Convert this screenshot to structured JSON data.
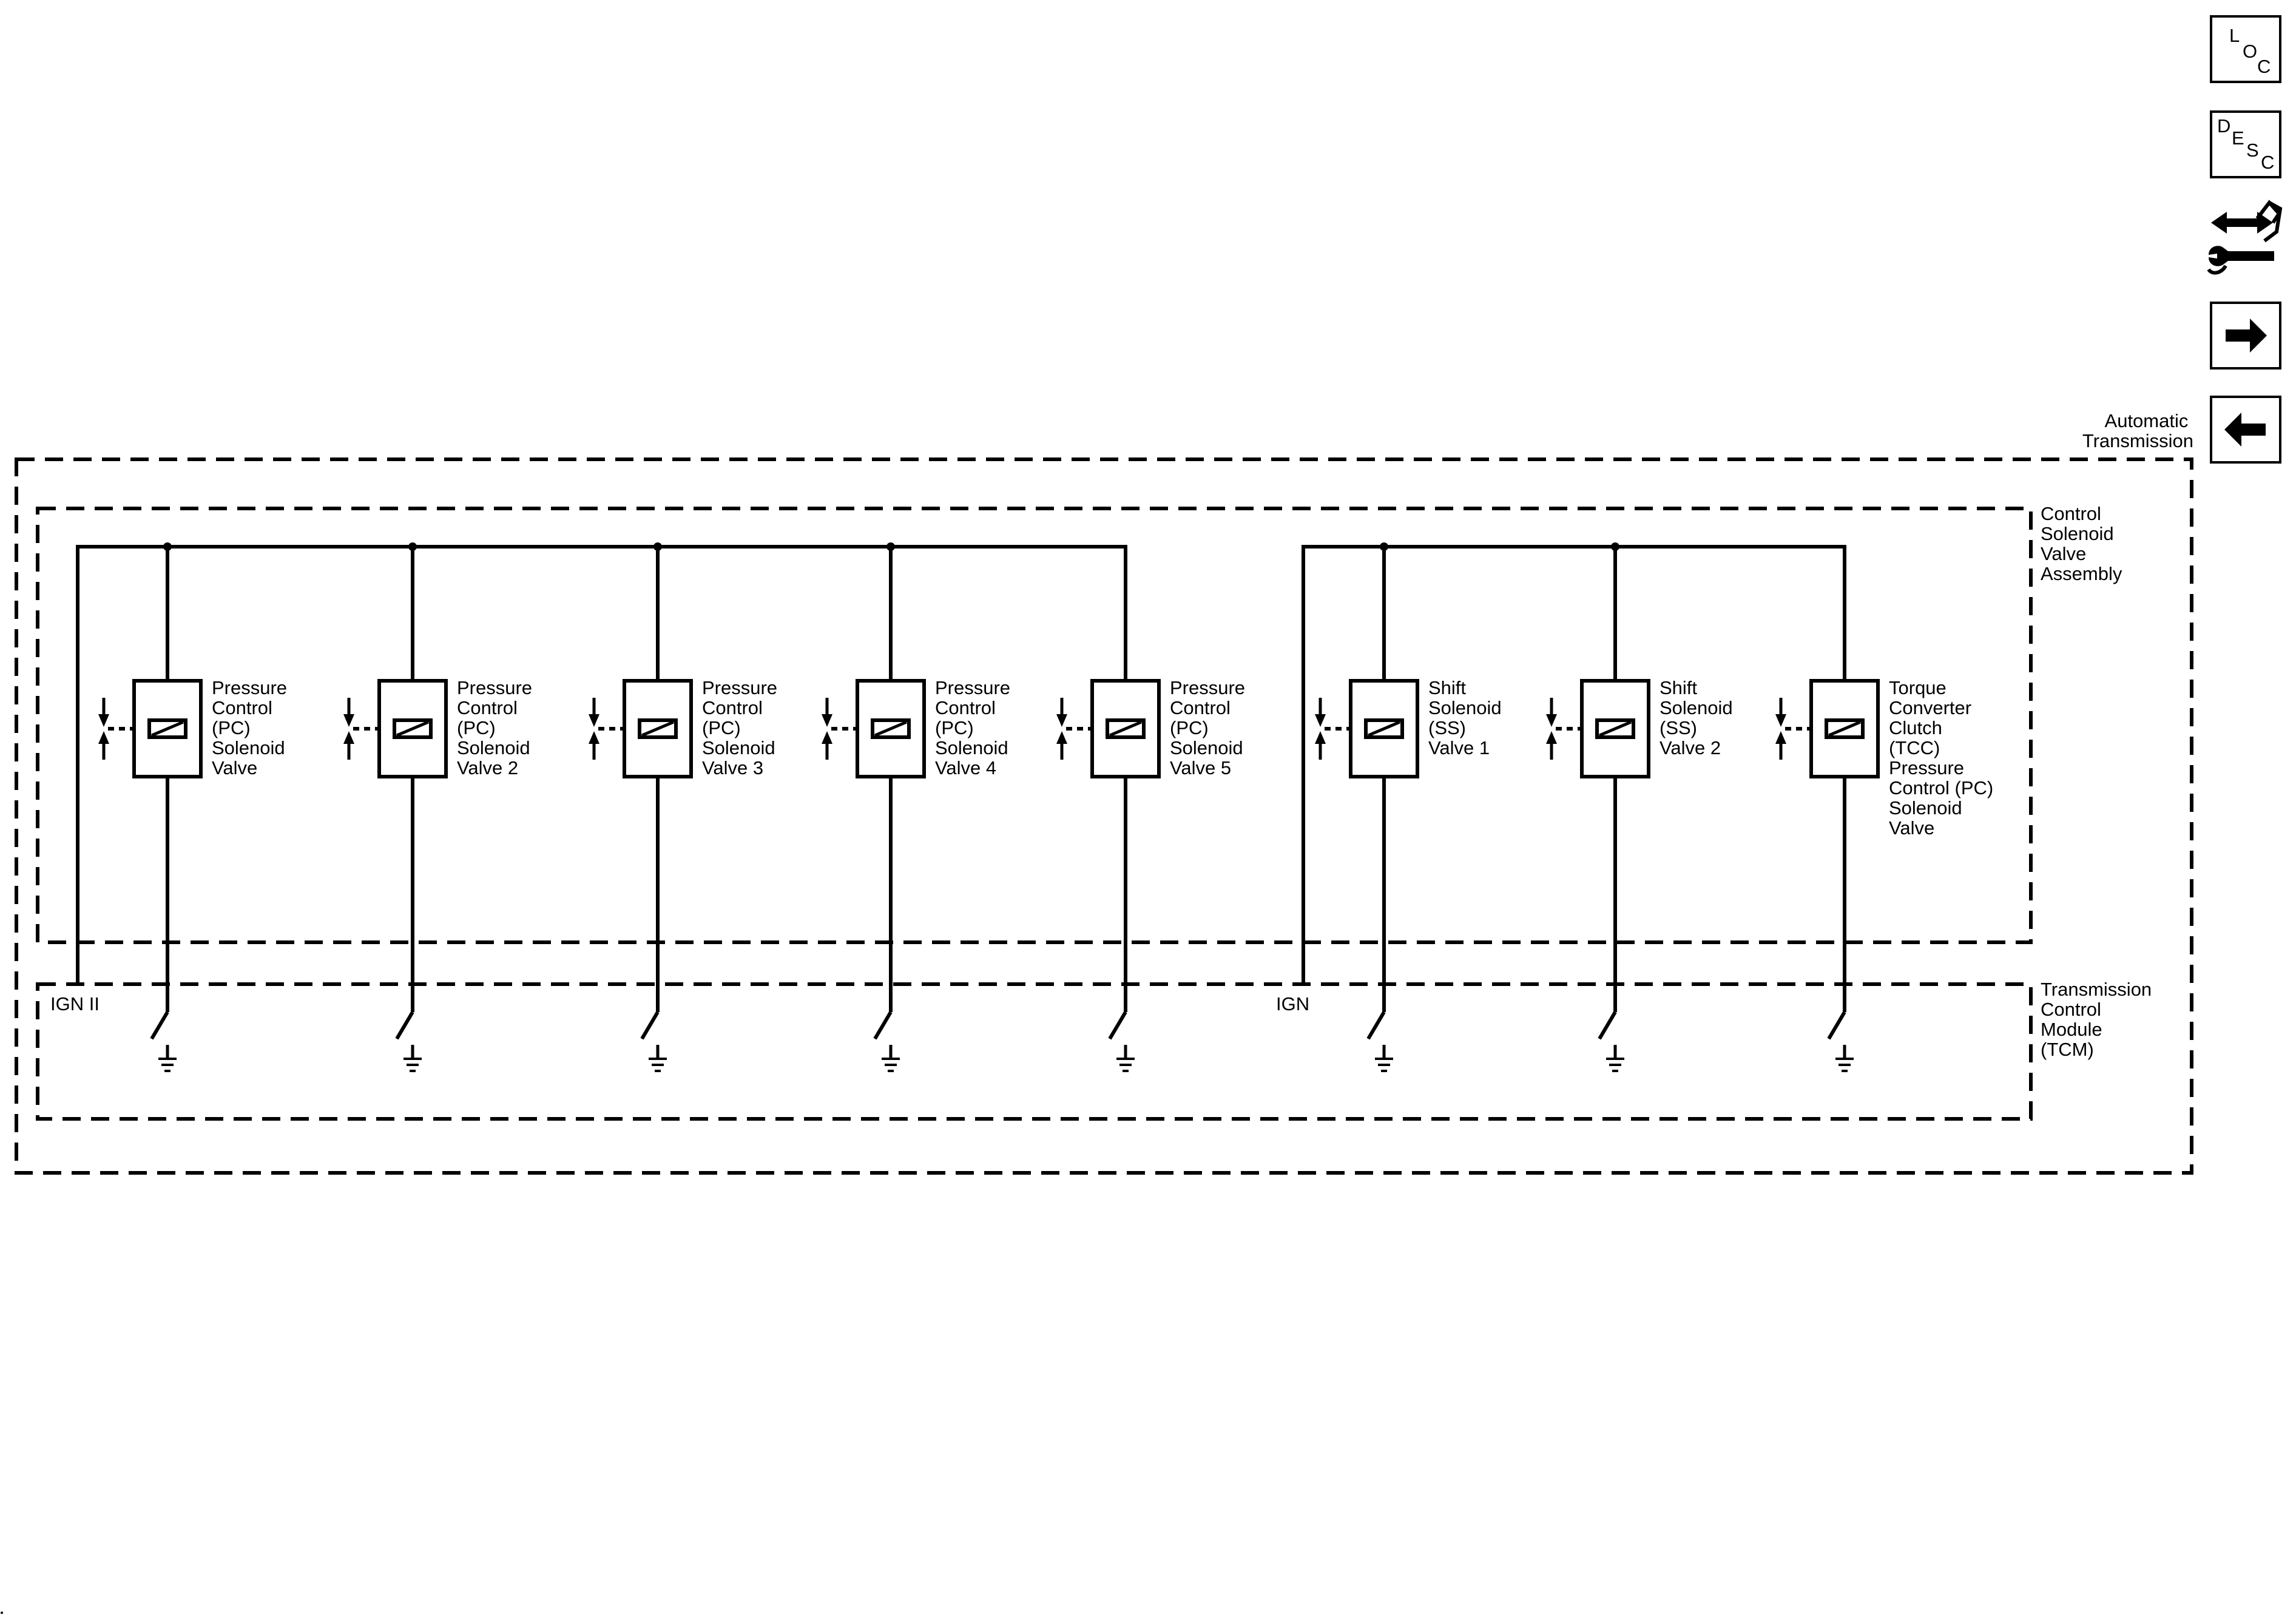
{
  "nav": {
    "loc": [
      "L",
      "O",
      "C"
    ],
    "desc": [
      "D",
      "E",
      "S",
      "C"
    ],
    "tools_icon": "connector-wrench-icon",
    "next_icon": "arrow-right-icon",
    "prev_icon": "arrow-left-icon",
    "prev_caption": [
      "Automatic",
      "Transmission"
    ]
  },
  "labels": {
    "assembly": [
      "Control",
      "Solenoid",
      "Valve",
      "Assembly"
    ],
    "tcm": [
      "Transmission",
      "Control",
      "Module",
      "(TCM)"
    ],
    "ign2": "IGN II",
    "ign": "IGN"
  },
  "solenoids": [
    {
      "lines": [
        "Pressure",
        "Control",
        "(PC)",
        "Solenoid",
        "Valve"
      ]
    },
    {
      "lines": [
        "Pressure",
        "Control",
        "(PC)",
        "Solenoid",
        "Valve 2"
      ]
    },
    {
      "lines": [
        "Pressure",
        "Control",
        "(PC)",
        "Solenoid",
        "Valve 3"
      ]
    },
    {
      "lines": [
        "Pressure",
        "Control",
        "(PC)",
        "Solenoid",
        "Valve 4"
      ]
    },
    {
      "lines": [
        "Pressure",
        "Control",
        "(PC)",
        "Solenoid",
        "Valve 5"
      ]
    },
    {
      "lines": [
        "Shift",
        "Solenoid",
        "(SS)",
        "Valve 1"
      ]
    },
    {
      "lines": [
        "Shift",
        "Solenoid",
        "(SS)",
        "Valve 2"
      ]
    },
    {
      "lines": [
        "Torque",
        "Converter",
        "Clutch",
        "(TCC)",
        "Pressure",
        "Control (PC)",
        "Solenoid",
        "Valve"
      ]
    }
  ],
  "colors": {
    "ink": "#000000",
    "background": "#ffffff"
  }
}
